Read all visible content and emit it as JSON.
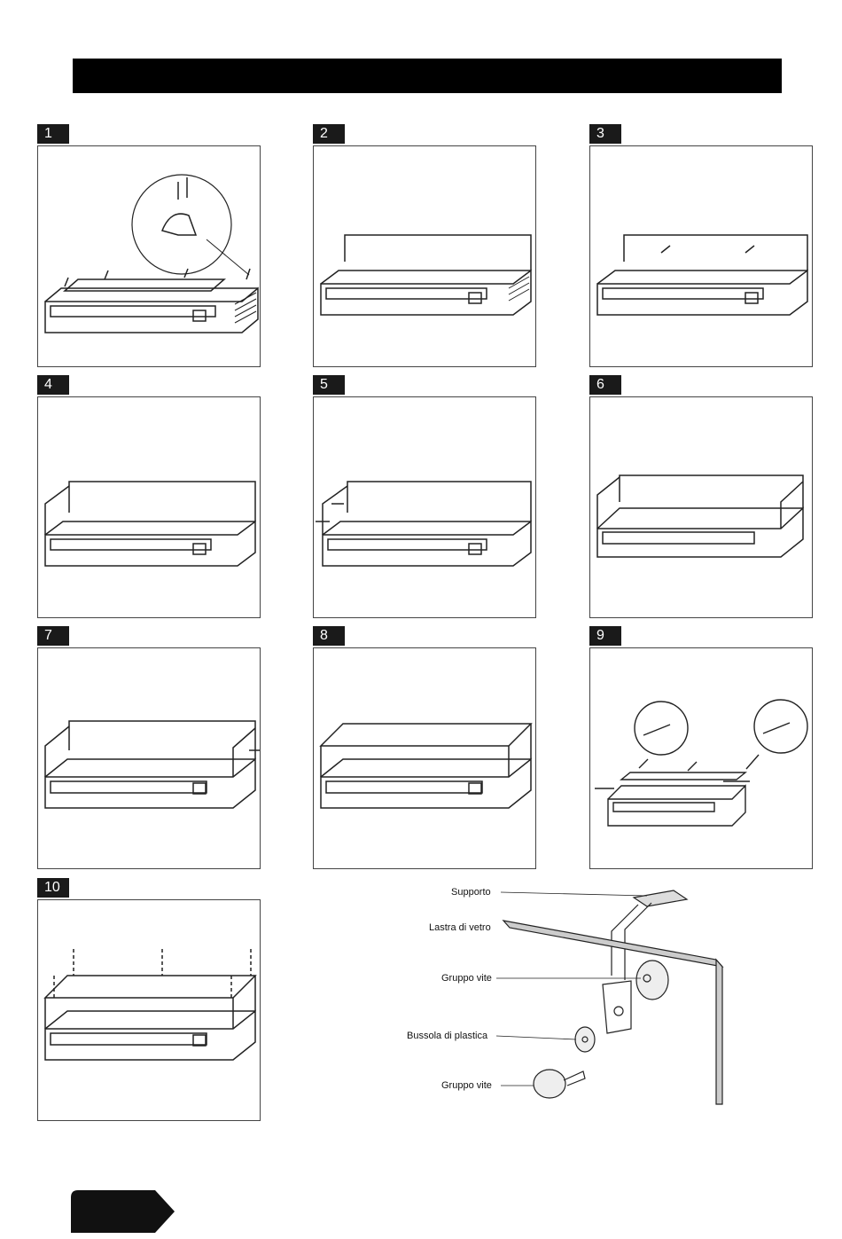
{
  "steps": [
    {
      "number": "1",
      "variant": "brackets"
    },
    {
      "number": "2",
      "variant": "glass-back"
    },
    {
      "number": "3",
      "variant": "glass-back-arrows"
    },
    {
      "number": "4",
      "variant": "glass-back-side"
    },
    {
      "number": "5",
      "variant": "glass-side-arrow"
    },
    {
      "number": "6",
      "variant": "glass-both-sides"
    },
    {
      "number": "7",
      "variant": "glass-front-arrow"
    },
    {
      "number": "8",
      "variant": "glass-closed"
    },
    {
      "number": "9",
      "variant": "screws-detail"
    },
    {
      "number": "10",
      "variant": "screws-top"
    }
  ],
  "detail": {
    "labels": {
      "supporto": "Supporto",
      "lastra": "Lastra di vetro",
      "gruppo_vite_1": "Gruppo vite",
      "bussola": "Bussola di plastica",
      "gruppo_vite_2": "Gruppo vite"
    }
  }
}
